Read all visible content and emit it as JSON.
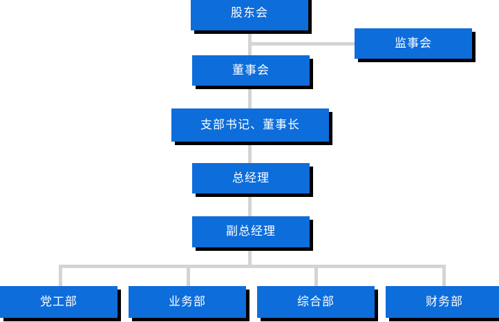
{
  "chart_title": "",
  "theme": {
    "node_fill": "#0d6ddb",
    "node_text": "#ffffff",
    "connector": "#d4d4d4",
    "shadow": "#000000",
    "background": "#ffffff"
  },
  "nodes": {
    "shareholders_meeting": {
      "label": "股东会",
      "level": 1
    },
    "board_of_supervisors": {
      "label": "监事会",
      "level": 1
    },
    "board_of_directors": {
      "label": "董事会",
      "level": 2
    },
    "party_secretary_chairman": {
      "label": "支部书记、董事长",
      "level": 3
    },
    "general_manager": {
      "label": "总经理",
      "level": 4
    },
    "deputy_general_manager": {
      "label": "副总经理",
      "level": 5
    },
    "departments": [
      {
        "label": "党工部"
      },
      {
        "label": "业务部"
      },
      {
        "label": "综合部"
      },
      {
        "label": "财务部"
      }
    ]
  }
}
